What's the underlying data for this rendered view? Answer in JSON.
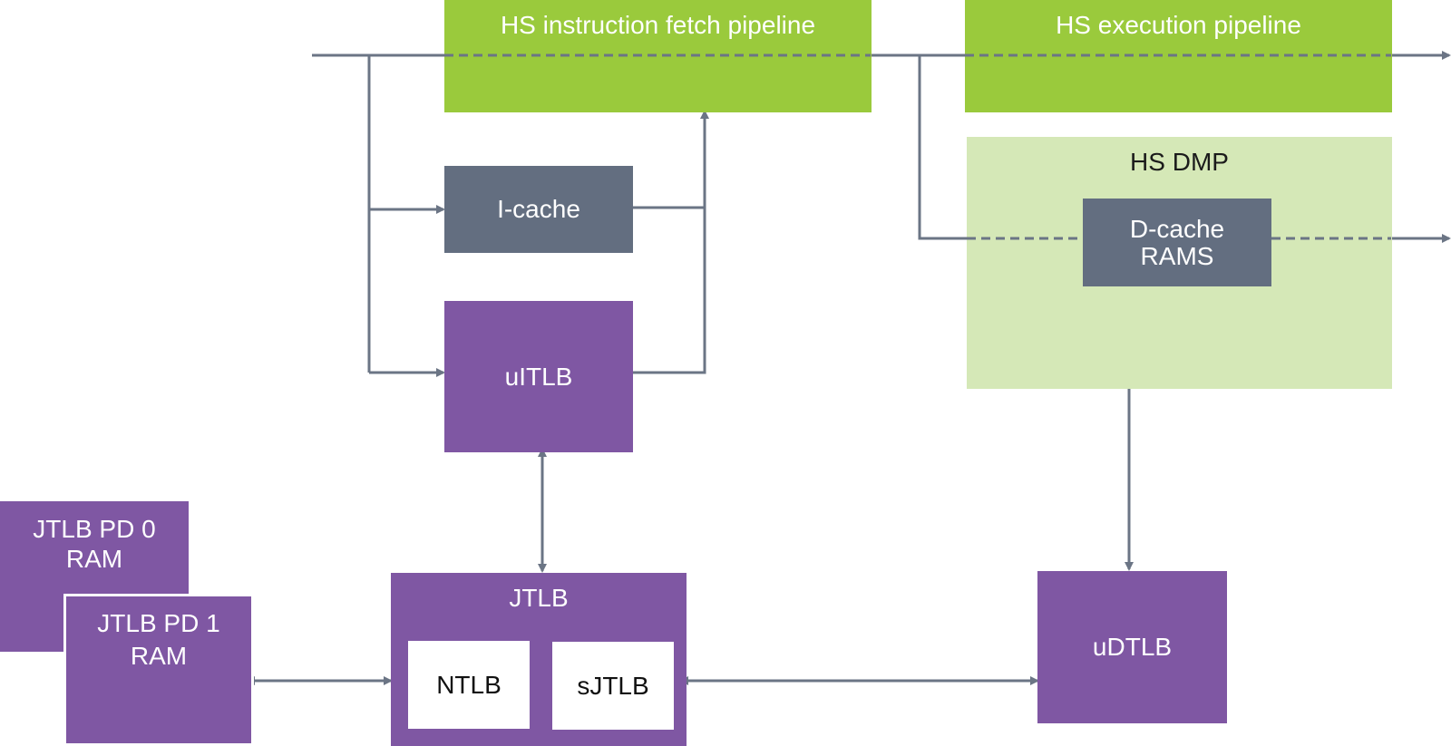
{
  "title": "",
  "blocks": {
    "hs_fetch": "HS instruction fetch pipeline",
    "hs_exec": "HS execution pipeline",
    "hs_dmp": "HS DMP",
    "dcache_l1": "D-cache",
    "dcache_l2": "RAMS",
    "icache": "I-cache",
    "uitlb": "uITLB",
    "jtlb": "JTLB",
    "ntlb": "NTLB",
    "sjtlb": "sJTLB",
    "udtlb": "uDTLB",
    "jtlb_pd0_l1": "JTLB PD 0",
    "jtlb_pd0_l2": "RAM",
    "jtlb_pd1_l1": "JTLB PD 1",
    "jtlb_pd1_l2": "RAM"
  },
  "colors": {
    "pipeline_green": "#9aca3c",
    "dmp_green": "#d5e8b7",
    "cache_slate": "#636e80",
    "tlb_purple": "#7f57a3",
    "wire": "#6b7585"
  }
}
